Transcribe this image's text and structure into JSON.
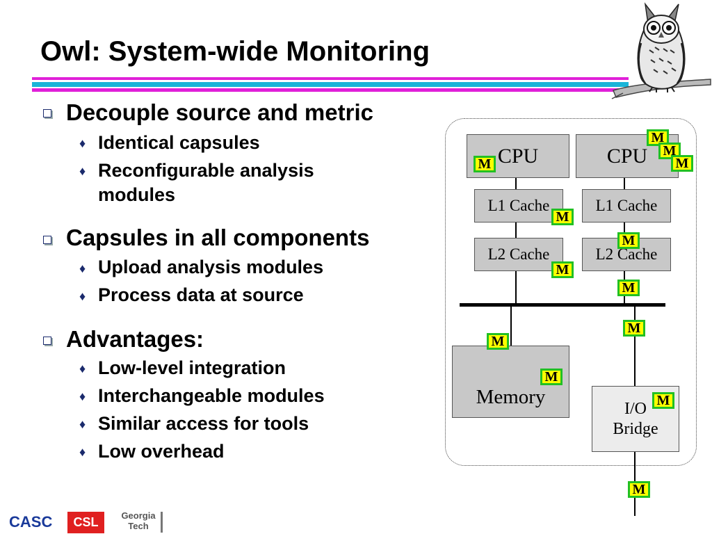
{
  "slide": {
    "title": "Owl: System-wide Monitoring"
  },
  "bullets": [
    {
      "text": "Decouple source and metric",
      "sub": [
        "Identical capsules",
        "Reconfigurable analysis modules"
      ]
    },
    {
      "text": "Capsules in all components",
      "sub": [
        "Upload analysis modules",
        "Process data at source"
      ]
    },
    {
      "text": "Advantages:",
      "sub": [
        "Low-level integration",
        "Interchangeable modules",
        "Similar access for tools",
        "Low overhead"
      ]
    }
  ],
  "diagram": {
    "cpu_left": "CPU",
    "cpu_right": "CPU",
    "l1_left": "L1 Cache",
    "l1_right": "L1 Cache",
    "l2_left": "L2 Cache",
    "l2_right": "L2 Cache",
    "memory": "Memory",
    "io_bridge_line1": "I/O",
    "io_bridge_line2": "Bridge",
    "monitor_label": "M"
  },
  "footer": {
    "casc": "CASC",
    "csl": "CSL",
    "gt_line1": "Georgia",
    "gt_line2": "Tech"
  },
  "colors": {
    "accent_cyan": "#19b5d8",
    "accent_magenta": "#e020d8",
    "monitor_fill": "#ffff00",
    "monitor_border": "#22c022",
    "casc_blue": "#1a3a9a",
    "csl_red": "#e02020"
  },
  "icons": {
    "owl": "owl-illustration",
    "bullet_level1": "hollow-square",
    "bullet_level2": "diamond"
  }
}
